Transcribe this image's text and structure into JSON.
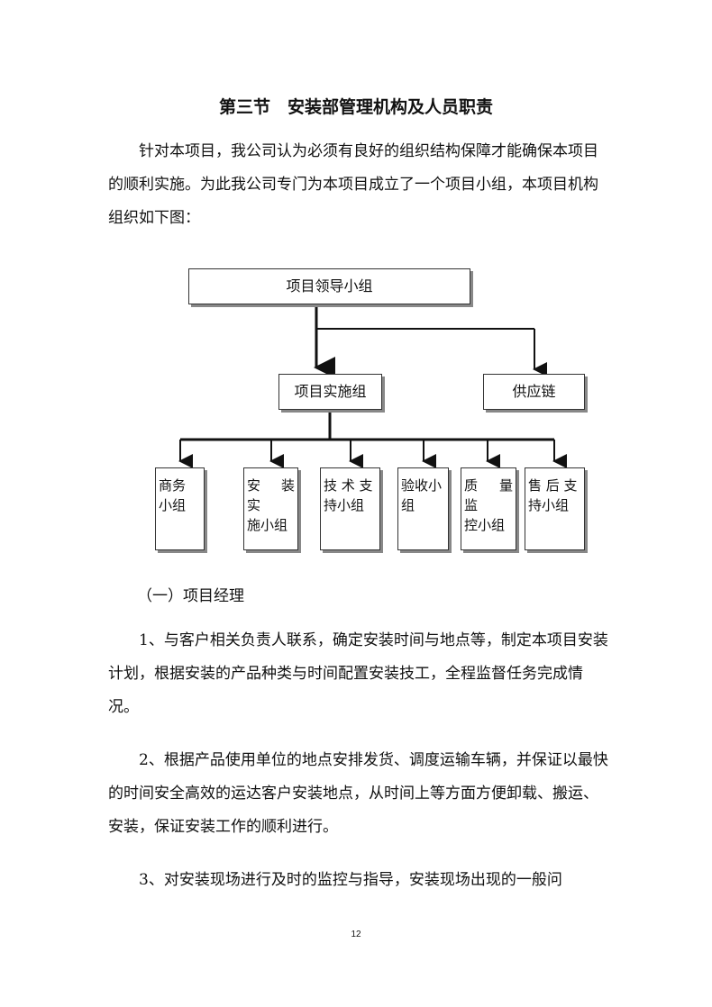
{
  "heading": "第三节　安装部管理机构及人员职责",
  "intro": "针对本项目，我公司认为必须有良好的组织结构保障才能确保本项目的顺利实施。为此我公司专门为本项目成立了一个项目小组，本项目机构组织如下图：",
  "org_chart": {
    "leader": "项目领导小组",
    "implementation": "项目实施组",
    "supply": "供应链",
    "subgroups": [
      {
        "line1": "商务",
        "line2": "小组"
      },
      {
        "line1": "安 装 实",
        "line2": "施小组"
      },
      {
        "line1": "技 术 支",
        "line2": "持小组"
      },
      {
        "line1": "验收小",
        "line2": "组"
      },
      {
        "line1": "质 量 监",
        "line2": "控小组"
      },
      {
        "line1": "售 后 支",
        "line2": "持小组"
      }
    ]
  },
  "section_title": "（一）项目经理",
  "items": [
    "1、与客户相关负责人联系，确定安装时间与地点等，制定本项目安装计划，根据安装的产品种类与时间配置安装技工，全程监督任务完成情况。",
    "2、根据产品使用单位的地点安排发货、调度运输车辆，并保证以最快的时间安全高效的运达客户安装地点，从时间上等方面方便卸载、搬运、安装，保证安装工作的顺利进行。",
    "3、对安装现场进行及时的监控与指导，安装现场出现的一般问"
  ],
  "page_number": "12"
}
